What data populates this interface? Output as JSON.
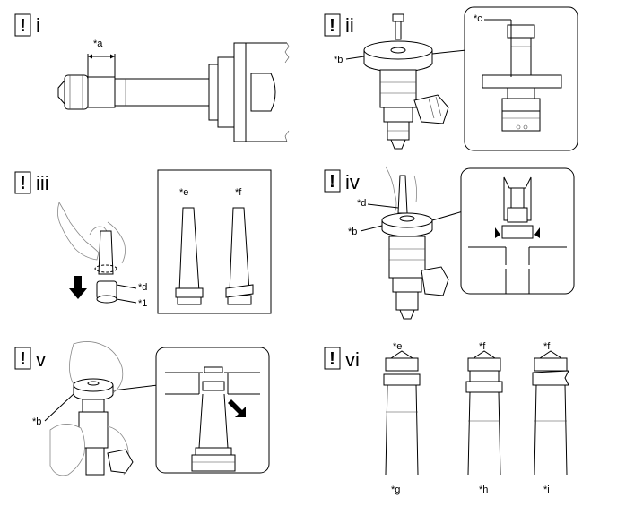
{
  "steps": {
    "i": {
      "numeral": "i",
      "labels": {
        "a": "*a"
      }
    },
    "ii": {
      "numeral": "ii",
      "labels": {
        "b": "*b",
        "c": "*c"
      }
    },
    "iii": {
      "numeral": "iii",
      "labels": {
        "d": "*d",
        "one": "*1",
        "e": "*e",
        "f": "*f"
      }
    },
    "iv": {
      "numeral": "iv",
      "labels": {
        "d": "*d",
        "b": "*b"
      }
    },
    "v": {
      "numeral": "v",
      "labels": {
        "b": "*b"
      }
    },
    "vi": {
      "numeral": "vi",
      "labels": {
        "e": "*e",
        "f1": "*f",
        "f2": "*f",
        "g": "*g",
        "h": "*h",
        "i": "*i"
      }
    }
  },
  "caution_glyph": "!"
}
